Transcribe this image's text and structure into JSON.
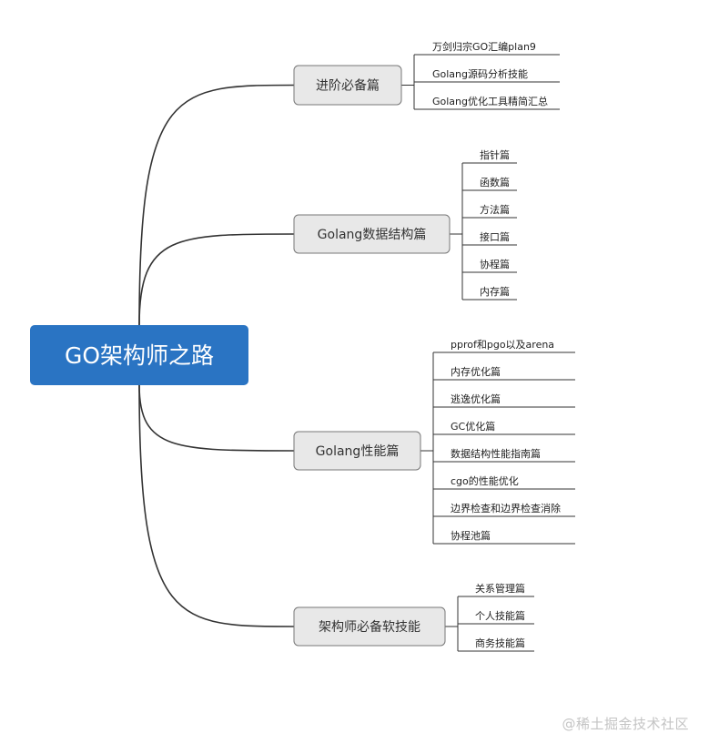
{
  "root": {
    "label": "GO架构师之路",
    "color": "#2a74c3",
    "text_color": "#ffffff"
  },
  "branches": [
    {
      "id": "advanced",
      "label": "进阶必备篇",
      "leaves": [
        "万剑归宗GO汇编plan9",
        "Golang源码分析技能",
        "Golang优化工具精简汇总"
      ]
    },
    {
      "id": "data-structures",
      "label": "Golang数据结构篇",
      "leaves": [
        "指针篇",
        "函数篇",
        "方法篇",
        "接口篇",
        "协程篇",
        "内存篇"
      ]
    },
    {
      "id": "performance",
      "label": "Golang性能篇",
      "leaves": [
        "pprof和pgo以及arena",
        "内存优化篇",
        "逃逸优化篇",
        "GC优化篇",
        "数据结构性能指南篇",
        "cgo的性能优化",
        "边界检查和边界检查消除",
        "协程池篇"
      ]
    },
    {
      "id": "soft-skills",
      "label": "架构师必备软技能",
      "leaves": [
        "关系管理篇",
        "个人技能篇",
        "商务技能篇"
      ]
    }
  ],
  "watermark": "@稀土掘金技术社区",
  "colors": {
    "branch_fill": "#e8e8e8",
    "branch_stroke": "#777777",
    "connector": "#333333",
    "leaf_text": "#222222"
  }
}
